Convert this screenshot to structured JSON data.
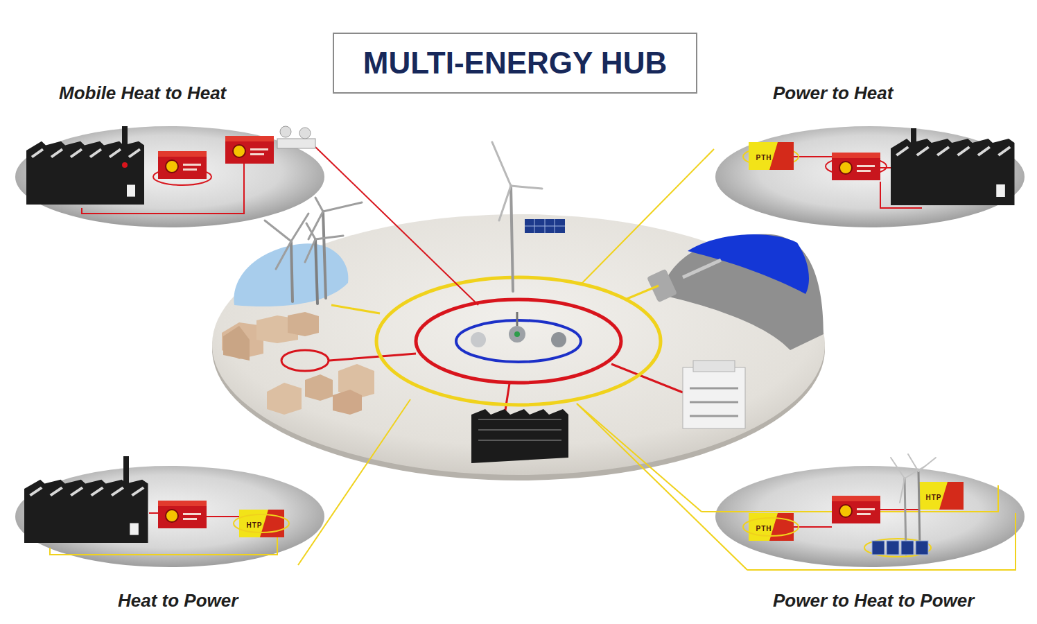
{
  "diagram": {
    "title": "MULTI-ENERGY HUB",
    "nodes": [
      {
        "text": [
          "Mobile Heat to Heat"
        ]
      },
      {
        "text": [
          "Power to Heat"
        ]
      },
      {
        "text": [
          "Heat to Power"
        ]
      },
      {
        "text": [
          "Power to Heat to Power"
        ]
      }
    ],
    "labels": [
      "PTH",
      "HTP",
      "PTH",
      "HTP"
    ]
  }
}
